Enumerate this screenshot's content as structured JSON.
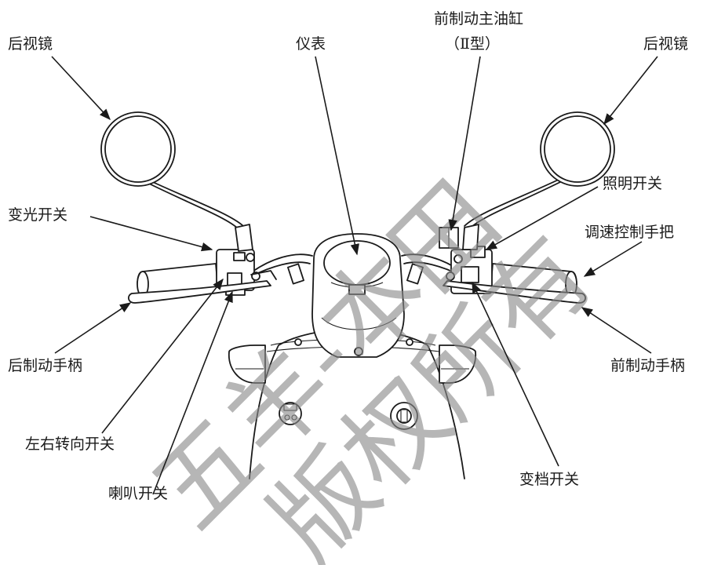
{
  "labels": {
    "left_mirror": "后视镜",
    "instrument": "仪表",
    "front_brake_master_cylinder_line1": "前制动主油缸",
    "front_brake_master_cylinder_line2": "（Ⅱ型）",
    "right_mirror": "后视镜",
    "headlight_switch": "照明开关",
    "dimmer_switch": "变光开关",
    "throttle_grip": "调速控制手把",
    "rear_brake_lever": "后制动手柄",
    "front_brake_lever": "前制动手柄",
    "turn_signal_switch": "左右转向开关",
    "horn_switch": "喇叭开关",
    "gear_switch": "变档开关"
  },
  "watermark": {
    "line1": "五羊-本田",
    "line2": "版权所有",
    "color": "#8a8a8a"
  },
  "colors": {
    "ink": "#1a1a1a",
    "background": "#ffffff"
  }
}
